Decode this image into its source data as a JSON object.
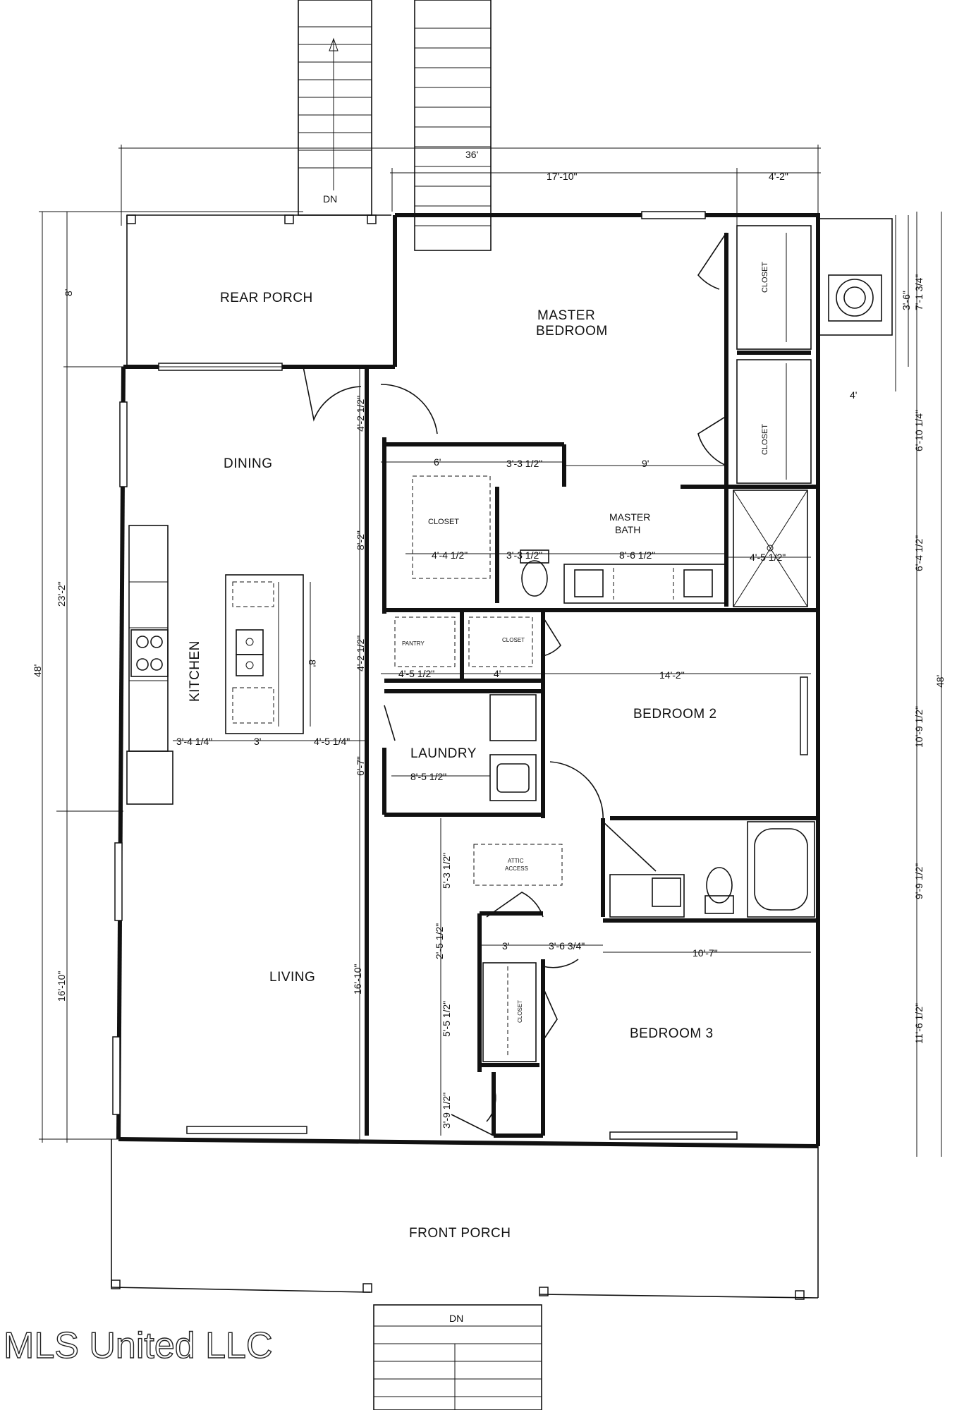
{
  "rooms": {
    "rear_porch": "REAR PORCH",
    "master_bedroom_1": "MASTER",
    "master_bedroom_2": "BEDROOM",
    "dining": "DINING",
    "kitchen": "KITCHEN",
    "closet": "CLOSET",
    "master_bath_1": "MASTER",
    "master_bath_2": "BATH",
    "pantry": "PANTRY",
    "laundry": "LAUNDRY",
    "bedroom2": "BEDROOM 2",
    "living": "LIVING",
    "attic_access_1": "ATTIC",
    "attic_access_2": "ACCESS",
    "bedroom3": "BEDROOM 3",
    "front_porch": "FRONT PORCH",
    "stair_dn": "DN"
  },
  "dimensions": {
    "overall_width": "36'",
    "rear_width": "17'-10\"",
    "closet_width": "4'-2\"",
    "left_total": "48'",
    "right_total": "48'",
    "porch_depth": "8'",
    "dining_kitchen": "23'-2\"",
    "living_left": "16'-10\"",
    "living_mid": "16'-10\"",
    "ac_pad_a": "3'-6\"",
    "ac_pad_b": "7'-1 3/4\"",
    "ac_pad_w": "4'",
    "closet_right": "6'-10 1/4\"",
    "mb_closet_w": "6'",
    "mb_closet_a": "3'-3 1/2\"",
    "mb_bath_w": "9'",
    "mb_closet_d": "8'-2\"",
    "mb_4_4": "4'-4 1/2\"",
    "mb_3_3": "3'-3 1/2\"",
    "mb_vanity": "8'-6 1/2\"",
    "shower_w": "4'-5 1/2\"",
    "bath_r": "6'-4 1/2\"",
    "hall_a": "4'-2 1/2\"",
    "hall_b": "4'-2 1/2\"",
    "pantry_w": "4'-5 1/2\"",
    "closet_4": "4'",
    "bed2_w": "14'-2\"",
    "bed2_d": "10'-9 1/2\"",
    "island_d": "8'",
    "kit_a": "3'-4 1/4\"",
    "kit_b": "3'",
    "kit_c": "4'-5 1/4\"",
    "laundry_w": "8'-5 1/2\"",
    "laundry_d": "6'-7\"",
    "bath2_d": "9'-9 1/2\"",
    "attic_d": "5'-3 1/2\"",
    "hall_c": "2'-5 1/2\"",
    "hall_3": "3'",
    "hall_36": "3'-6 3/4\"",
    "bed3_w": "10'-7\"",
    "bed3_d": "11'-6 1/2\"",
    "closet3_d": "5'-5 1/2\"",
    "entry_d": "3'-9 1/2\""
  },
  "watermark": "MLS United LLC"
}
